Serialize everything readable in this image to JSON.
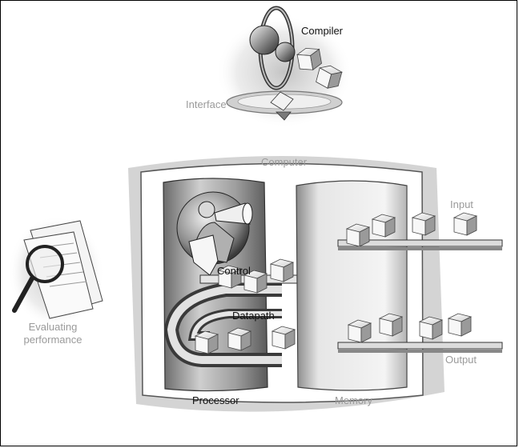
{
  "labels": {
    "compiler": "Compiler",
    "interface": "Interface",
    "computer": "Computer",
    "input": "Input",
    "control": "Control",
    "datapath": "Datapath",
    "evaluating_line1": "Evaluating",
    "evaluating_line2": "performance",
    "output": "Output",
    "processor": "Processor",
    "memory": "Memory"
  }
}
